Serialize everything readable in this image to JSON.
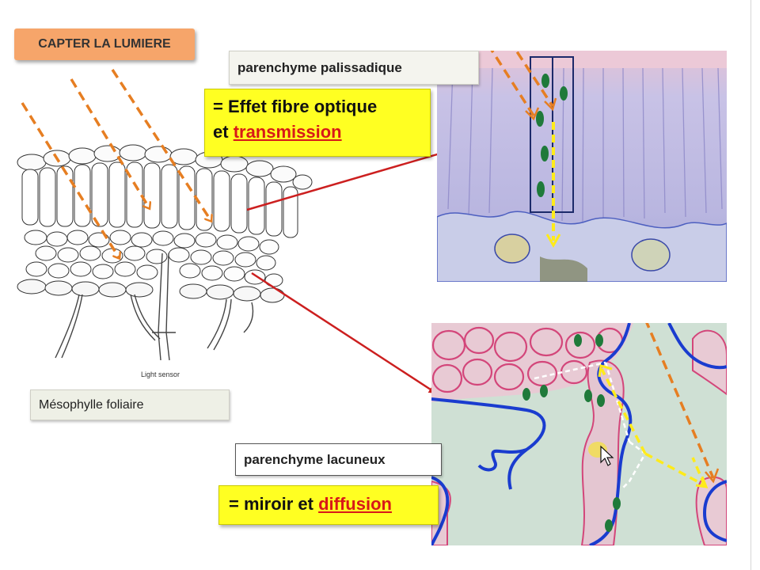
{
  "title": "CAPTER LA LUMIERE",
  "palisade_label": "parenchyme palissadique",
  "palisade_effect": {
    "prefix": "= Effet fibre optique",
    "line2_prefix": "et ",
    "emphasis": "transmission"
  },
  "sensor_caption": "Light sensor",
  "mesophyll_label": "Mésophylle foliaire",
  "lacuneux_label": "parenchyme lacuneux",
  "lacuneux_effect": {
    "prefix": "= miroir et ",
    "emphasis": "diffusion"
  },
  "colors": {
    "title_bg": "#f6a56a",
    "highlight": "#ffff22",
    "accent_red": "#d81818",
    "light_arrow": "#e67e22",
    "pointer_arrow": "#cc1f1f",
    "border_blue": "#1a3ccf"
  },
  "icons": {
    "cursor": "mouse-pointer-icon"
  }
}
